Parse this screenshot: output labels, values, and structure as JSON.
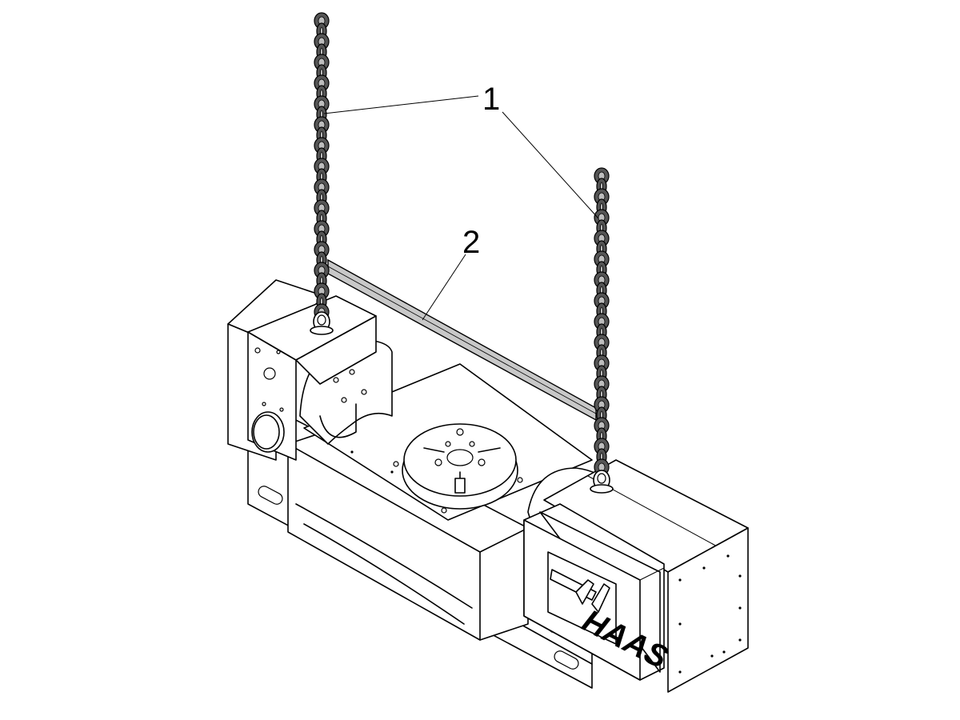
{
  "callouts": [
    {
      "id": "1",
      "label": "1"
    },
    {
      "id": "2",
      "label": "2"
    }
  ],
  "logo": {
    "text": "HAAS"
  },
  "colors": {
    "line": "#000000",
    "chain_fill": "#555555",
    "chain_highlight": "#bdbdbd",
    "spreader_bar": "#c8c8c8",
    "background": "#ffffff"
  }
}
